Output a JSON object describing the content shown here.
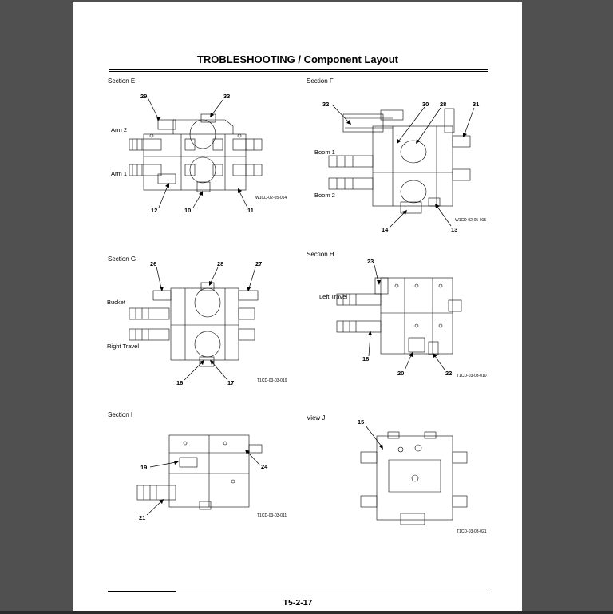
{
  "document": {
    "title": "TROBLESHOOTING / Component Layout",
    "page_number": "T5-2-17"
  },
  "sections": [
    {
      "id": "E",
      "label": "Section E",
      "figure_code": "W1CD-02-05-014",
      "side_labels": [
        "Arm 2",
        "Arm 1"
      ],
      "callouts": [
        "29",
        "33",
        "12",
        "10",
        "11"
      ]
    },
    {
      "id": "F",
      "label": "Section F",
      "figure_code": "W1CD-02-05-015",
      "side_labels": [
        "Boom 1",
        "Boom 2"
      ],
      "callouts": [
        "32",
        "30",
        "28",
        "31",
        "14",
        "13"
      ]
    },
    {
      "id": "G",
      "label": "Section G",
      "figure_code": "T1CD-03-03-019",
      "side_labels": [
        "Bucket",
        "Right Travel"
      ],
      "callouts": [
        "26",
        "28",
        "27",
        "16",
        "17"
      ]
    },
    {
      "id": "H",
      "label": "Section H",
      "figure_code": "T1CD-03-03-010",
      "side_labels": [
        "Left Travel"
      ],
      "callouts": [
        "23",
        "18",
        "20",
        "22"
      ]
    },
    {
      "id": "I",
      "label": "Section I",
      "figure_code": "T1CD-03-03-011",
      "side_labels": [],
      "callouts": [
        "19",
        "24",
        "21"
      ]
    },
    {
      "id": "J",
      "label": "View J",
      "figure_code": "T1CD-03-03-021",
      "side_labels": [],
      "callouts": [
        "15"
      ]
    }
  ]
}
